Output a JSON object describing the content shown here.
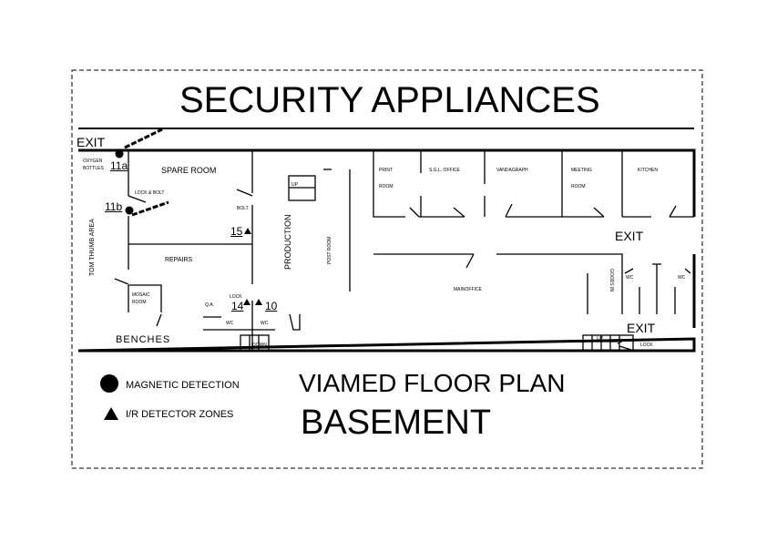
{
  "title": "SECURITY APPLIANCES",
  "exits": [
    "EXIT",
    "EXIT",
    "EXIT"
  ],
  "rooms": {
    "oxygen_bottles": [
      "OXYGEN",
      "BOTTLES"
    ],
    "spare_room": "SPARE ROOM",
    "lock_bolt": "LOCK & BOLT",
    "bolt": "BOLT",
    "repairs": "REPAIRS",
    "tom_thumb_area": "TOM THUMB AREA",
    "mosaic_room": [
      "MOSAIC",
      "ROOM"
    ],
    "benches": "BENCHES",
    "production": "PRODUCTION",
    "post_room": "POST ROOM",
    "qa": "Q.A.",
    "lock": "LOCK",
    "wc_left": "WC",
    "wc_mid": "WC",
    "down": "DOWN",
    "print_room": [
      "PRINT",
      "ROOM"
    ],
    "sgl_office": "S.G.L. OFFICE",
    "vandagraph": "VANDAGRAPH",
    "meeting_room": [
      "MEETING",
      "ROOM"
    ],
    "kitchen": "KITCHEN",
    "main_office": "MAINOFFICE",
    "goods_in": "GOODS IN",
    "wc_r1": "WC",
    "wc_r2": "WC",
    "up": "UP",
    "lock_r": "LOCK",
    "stairs_up_small": "UP"
  },
  "sensors": {
    "s11a": "11a",
    "s11b": "11b",
    "s15": "15",
    "s14": "14",
    "s10": "10"
  },
  "legend": {
    "magnetic": "MAGNETIC DETECTION",
    "ir": "I/R DETECTOR ZONES"
  },
  "plan_title": "VIAMED FLOOR PLAN",
  "plan_subtitle": "BASEMENT"
}
